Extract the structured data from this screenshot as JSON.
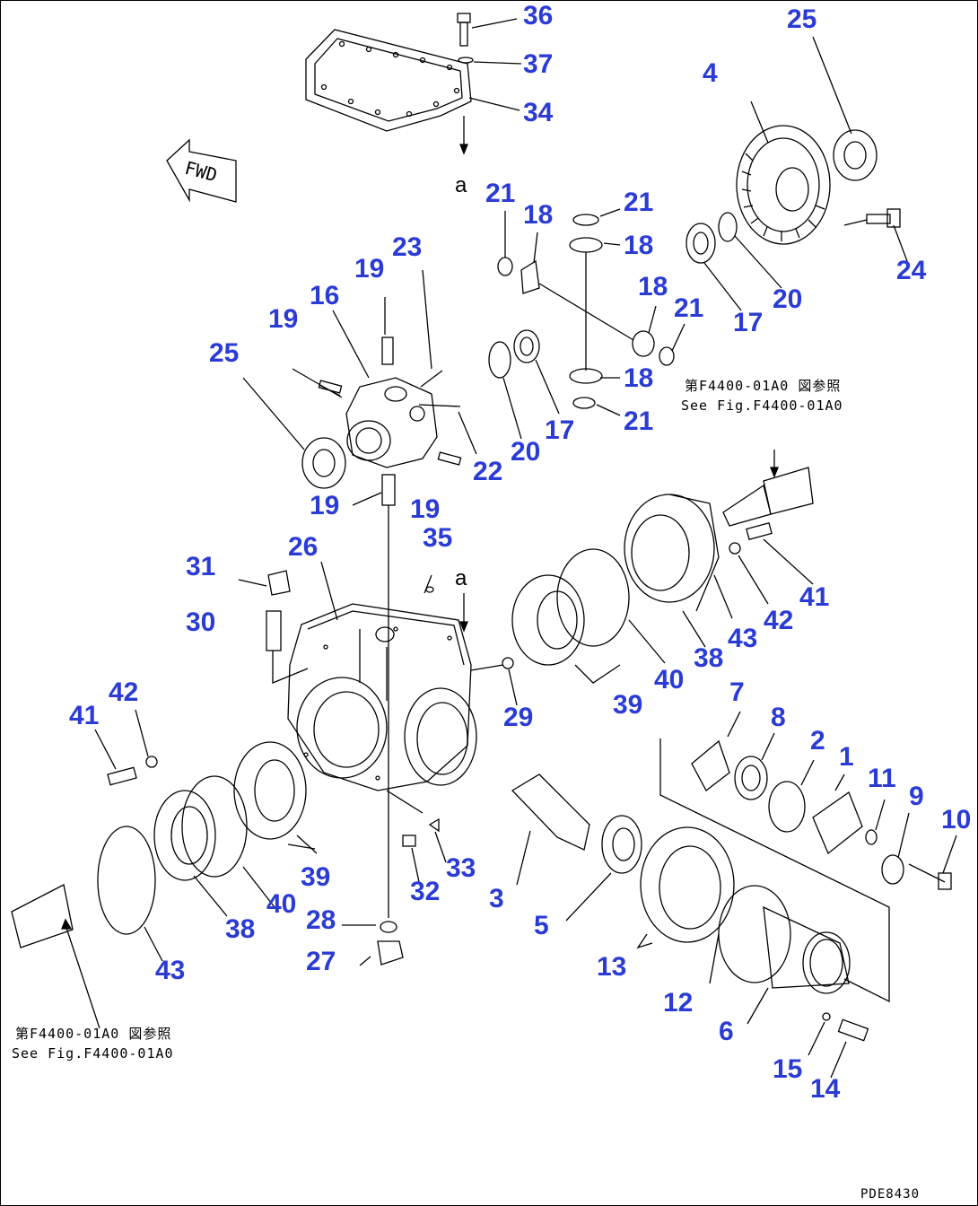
{
  "diagram": {
    "drawing_code": "PDE8430",
    "forward_marker": "FWD",
    "ref_top": {
      "line1": "第F4400-01A0 図参照",
      "line2": "See Fig.F4400-01A0"
    },
    "ref_bottom": {
      "line1": "第F4400-01A0 図参照",
      "line2": "See Fig.F4400-01A0"
    },
    "letter_a": "a",
    "colors": {
      "callout": "#2a3bd6",
      "line": "#000000"
    },
    "callouts": {
      "c36": "36",
      "c37": "37",
      "c34": "34",
      "c25a": "25",
      "c4": "4",
      "c21a": "21",
      "c18a": "18",
      "c21b": "21",
      "c18b": "18",
      "c23": "23",
      "c19a": "19",
      "c16": "16",
      "c19b": "19",
      "c18c": "18",
      "c21c": "21",
      "c24": "24",
      "c20a": "20",
      "c17a": "17",
      "c25b": "25",
      "c18d": "18",
      "c21d": "21",
      "c20b": "20",
      "c17b": "17",
      "c22": "22",
      "c19c": "19",
      "c19d": "19",
      "c35": "35",
      "c26": "26",
      "c31": "31",
      "c30": "30",
      "c41a": "41",
      "c42a": "42",
      "c43a": "43",
      "c38a": "38",
      "c40a": "40",
      "c39a": "39",
      "c29": "29",
      "c7": "7",
      "c8": "8",
      "c2": "2",
      "c1": "1",
      "c11": "11",
      "c9": "9",
      "c10": "10",
      "c42b": "42",
      "c41b": "41",
      "c39b": "39",
      "c33": "33",
      "c32": "32",
      "c3": "3",
      "c5": "5",
      "c13": "13",
      "c28": "28",
      "c27": "27",
      "c40b": "40",
      "c38b": "38",
      "c43b": "43",
      "c12": "12",
      "c6": "6",
      "c15": "15",
      "c14": "14"
    }
  }
}
